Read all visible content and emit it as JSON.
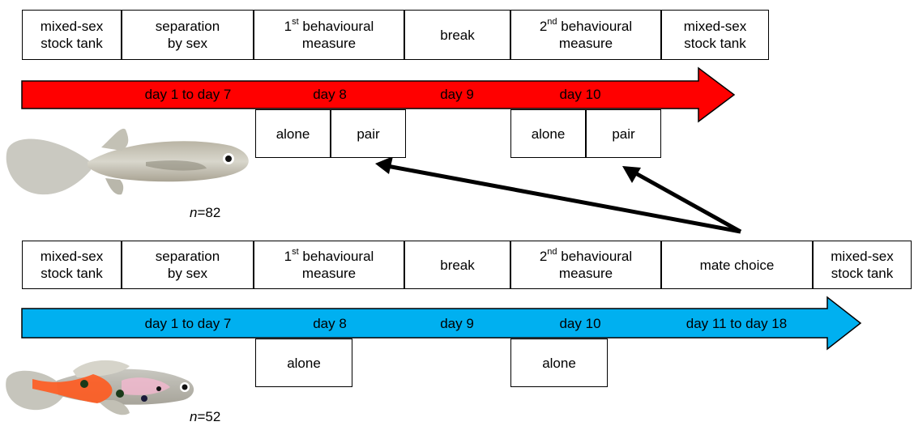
{
  "colors": {
    "top_arrow": "#ff0000",
    "bottom_arrow": "#00b0f0",
    "pointer": "#000000"
  },
  "top": {
    "stages": {
      "s1": [
        "mixed-sex",
        "stock tank"
      ],
      "s2": [
        "separation",
        "by sex"
      ],
      "s3": {
        "ord": "1",
        "sup": "st",
        "rest": " behavioural",
        "line2": "measure"
      },
      "s4": "break",
      "s5": {
        "ord": "2",
        "sup": "nd",
        "rest": " behavioural",
        "line2": "measure"
      },
      "s6": [
        "mixed-sex",
        "stock tank"
      ]
    },
    "days": {
      "d1": "day 1 to day 7",
      "d2": "day 8",
      "d3": "day 9",
      "d4": "day 10"
    },
    "subs": {
      "a1": "alone",
      "p1": "pair",
      "a2": "alone",
      "p2": "pair"
    },
    "n": {
      "var": "n",
      "val": "=82"
    },
    "fish_icon": "grey-female-guppy"
  },
  "bottom": {
    "stages": {
      "s1": [
        "mixed-sex",
        "stock tank"
      ],
      "s2": [
        "separation",
        "by sex"
      ],
      "s3": {
        "ord": "1",
        "sup": "st",
        "rest": " behavioural",
        "line2": "measure"
      },
      "s4": "break",
      "s5": {
        "ord": "2",
        "sup": "nd",
        "rest": " behavioural",
        "line2": "measure"
      },
      "s6": "mate choice",
      "s7": [
        "mixed-sex",
        "stock tank"
      ]
    },
    "days": {
      "d1": "day 1 to day 7",
      "d2": "day 8",
      "d3": "day 9",
      "d4": "day 10",
      "d5": "day 11 to day 18"
    },
    "subs": {
      "a1": "alone",
      "a2": "alone"
    },
    "n": {
      "var": "n",
      "val": "=52"
    },
    "fish_icon": "colourful-male-guppy"
  }
}
